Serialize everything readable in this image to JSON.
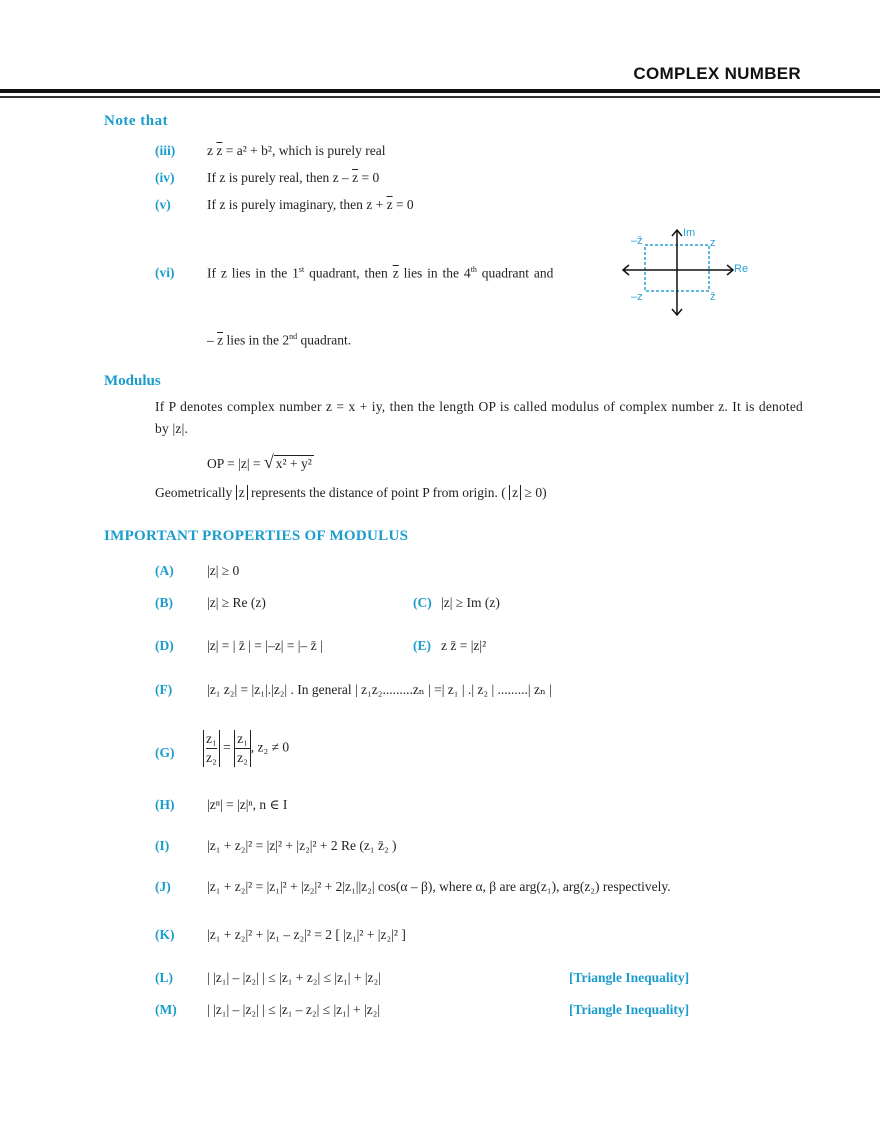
{
  "header": {
    "title": "COMPLEX NUMBER"
  },
  "note_section": {
    "title": "Note  that",
    "items": [
      {
        "label": "(iii)",
        "text_parts": [
          "z ",
          "z",
          " = a² + b², which is purely real"
        ]
      },
      {
        "label": "(iv)",
        "text_parts": [
          "If z is purely real, then z – ",
          "z",
          " = 0"
        ]
      },
      {
        "label": "(v)",
        "text_parts": [
          "If z is purely imaginary, then z + ",
          "z",
          " = 0"
        ]
      },
      {
        "label": "(vi)",
        "text_parts": [
          "If z  lies  in  the 1",
          "st",
          " quadrant, then ",
          "z",
          " lies in the 4",
          "th",
          " quadrant and"
        ]
      }
    ],
    "continuation_parts": [
      "– ",
      "z",
      " lies in the 2",
      "nd",
      "  quadrant."
    ]
  },
  "diagram": {
    "axis_labels": {
      "im": "Im",
      "re": "Re"
    },
    "corner_labels": {
      "top_left": "–z̄",
      "top_right": "z",
      "bottom_left": "–z",
      "bottom_right": "z̄"
    },
    "color": "#2a9fd6"
  },
  "modulus_section": {
    "title": "Modulus",
    "paragraph": "If P denotes complex number z = x + iy, then the length OP is called modulus of complex number z. It is denoted by |z|.",
    "formula_prefix": "OP = |z| = ",
    "formula_radicand": "x² + y²",
    "geometric_text_1": "Geometrically ",
    "geometric_z": "z",
    "geometric_text_2": " represents the distance of point P from origin. ( ",
    "geometric_text_3": " ≥ 0)"
  },
  "properties_section": {
    "title": "IMPORTANT   PROPERTIES   OF  MODULUS",
    "items": {
      "A": {
        "label": "(A)",
        "text": "|z| ≥ 0"
      },
      "B": {
        "label": "(B)",
        "text": "|z| ≥  Re (z)"
      },
      "C": {
        "label": "(C)",
        "text": "|z| ≥ Im (z)"
      },
      "D": {
        "label": "(D)",
        "text": "|z| = | z̄ | = |–z| = |– z̄ |"
      },
      "E": {
        "label": "(E)",
        "text": "z z̄ = |z|²"
      },
      "F": {
        "label": "(F)",
        "text": "|z₁ z₂| = |z₁|.|z₂| . In general |  z₁z₂.........zₙ | =|  z₁ |  .|  z₂ |  .........|  zₙ |"
      },
      "G": {
        "label": "(G)",
        "num": "z₁",
        "den": "z₂",
        "tail": ",  z₂ ≠ 0"
      },
      "H": {
        "label": "(H)",
        "text": "|zⁿ| = |z|ⁿ, n ∈ I"
      },
      "I": {
        "label": "(I)",
        "text": "|z₁ + z₂|² = |z|² + |z₂|² + 2 Re (z₁ z̄₂ )"
      },
      "J": {
        "label": "(J)",
        "text": "|z₁ + z₂|² = |z₁|² + |z₂|² + 2|z₁||z₂| cos(α – β),  where α, β are arg(z₁), arg(z₂) respectively."
      },
      "K": {
        "label": "(K)",
        "text": "|z₁  + z₂|²  + |z₁  – z₂|²  = 2  [ |z₁|²  + |z₂|² ]"
      },
      "L": {
        "label": "(L)",
        "text": "| |z₁| – |z₂| |  ≤  |z₁ + z₂|  ≤  |z₁| + |z₂|",
        "tag": "[Triangle Inequality]"
      },
      "M": {
        "label": "(M)",
        "text": "| |z₁| – |z₂| |  ≤  |z₁ – z₂|  ≤  |z₁| + |z₂|",
        "tag": "[Triangle Inequality]"
      }
    }
  }
}
